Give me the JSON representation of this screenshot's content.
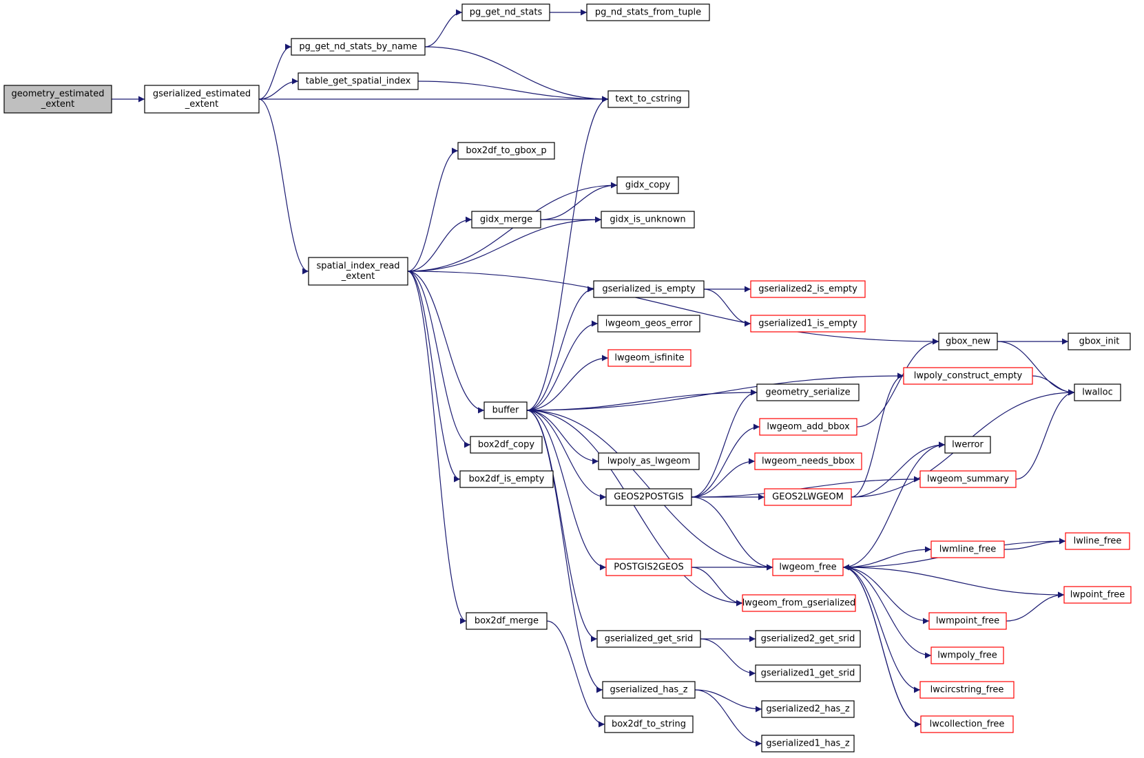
{
  "colors": {
    "edge": "#191970",
    "root_fill": "#bfbfbf",
    "node_fill": "#ffffff",
    "node_border": "#000000",
    "truncated_border": "#ff0000"
  },
  "nodes": [
    {
      "id": "geometry_estimated_extent",
      "lines": [
        "geometry_estimated",
        "_extent"
      ],
      "style": "root"
    },
    {
      "id": "gserialized_estimated_extent",
      "lines": [
        "gserialized_estimated",
        "_extent"
      ],
      "style": "normal"
    },
    {
      "id": "pg_get_nd_stats_by_name",
      "lines": [
        "pg_get_nd_stats_by_name"
      ],
      "style": "normal"
    },
    {
      "id": "pg_get_nd_stats",
      "lines": [
        "pg_get_nd_stats"
      ],
      "style": "normal"
    },
    {
      "id": "pg_nd_stats_from_tuple",
      "lines": [
        "pg_nd_stats_from_tuple"
      ],
      "style": "normal"
    },
    {
      "id": "table_get_spatial_index",
      "lines": [
        "table_get_spatial_index"
      ],
      "style": "normal"
    },
    {
      "id": "text_to_cstring",
      "lines": [
        "text_to_cstring"
      ],
      "style": "normal"
    },
    {
      "id": "box2df_to_gbox_p",
      "lines": [
        "box2df_to_gbox_p"
      ],
      "style": "normal"
    },
    {
      "id": "gidx_copy",
      "lines": [
        "gidx_copy"
      ],
      "style": "normal"
    },
    {
      "id": "gidx_merge",
      "lines": [
        "gidx_merge"
      ],
      "style": "normal"
    },
    {
      "id": "gidx_is_unknown",
      "lines": [
        "gidx_is_unknown"
      ],
      "style": "normal"
    },
    {
      "id": "spatial_index_read_extent",
      "lines": [
        "spatial_index_read",
        "_extent"
      ],
      "style": "normal"
    },
    {
      "id": "gserialized_is_empty",
      "lines": [
        "gserialized_is_empty"
      ],
      "style": "normal"
    },
    {
      "id": "gserialized2_is_empty",
      "lines": [
        "gserialized2_is_empty"
      ],
      "style": "truncated"
    },
    {
      "id": "gserialized1_is_empty",
      "lines": [
        "gserialized1_is_empty"
      ],
      "style": "truncated"
    },
    {
      "id": "lwgeom_geos_error",
      "lines": [
        "lwgeom_geos_error"
      ],
      "style": "normal"
    },
    {
      "id": "lwgeom_isfinite",
      "lines": [
        "lwgeom_isfinite"
      ],
      "style": "truncated"
    },
    {
      "id": "gbox_new",
      "lines": [
        "gbox_new"
      ],
      "style": "normal"
    },
    {
      "id": "gbox_init",
      "lines": [
        "gbox_init"
      ],
      "style": "normal"
    },
    {
      "id": "lwpoly_construct_empty",
      "lines": [
        "lwpoly_construct_empty"
      ],
      "style": "truncated"
    },
    {
      "id": "lwalloc",
      "lines": [
        "lwalloc"
      ],
      "style": "normal"
    },
    {
      "id": "buffer",
      "lines": [
        "buffer"
      ],
      "style": "normal"
    },
    {
      "id": "geometry_serialize",
      "lines": [
        "geometry_serialize"
      ],
      "style": "normal"
    },
    {
      "id": "lwgeom_add_bbox",
      "lines": [
        "lwgeom_add_bbox"
      ],
      "style": "truncated"
    },
    {
      "id": "box2df_copy",
      "lines": [
        "box2df_copy"
      ],
      "style": "normal"
    },
    {
      "id": "lwerror",
      "lines": [
        "lwerror"
      ],
      "style": "normal"
    },
    {
      "id": "lwpoly_as_lwgeom",
      "lines": [
        "lwpoly_as_lwgeom"
      ],
      "style": "normal"
    },
    {
      "id": "lwgeom_needs_bbox",
      "lines": [
        "lwgeom_needs_bbox"
      ],
      "style": "truncated"
    },
    {
      "id": "box2df_is_empty",
      "lines": [
        "box2df_is_empty"
      ],
      "style": "normal"
    },
    {
      "id": "lwgeom_summary",
      "lines": [
        "lwgeom_summary"
      ],
      "style": "truncated"
    },
    {
      "id": "GEOS2POSTGIS",
      "lines": [
        "GEOS2POSTGIS"
      ],
      "style": "normal"
    },
    {
      "id": "GEOS2LWGEOM",
      "lines": [
        "GEOS2LWGEOM"
      ],
      "style": "truncated"
    },
    {
      "id": "lwline_free",
      "lines": [
        "lwline_free"
      ],
      "style": "truncated"
    },
    {
      "id": "lwmline_free",
      "lines": [
        "lwmline_free"
      ],
      "style": "truncated"
    },
    {
      "id": "POSTGIS2GEOS",
      "lines": [
        "POSTGIS2GEOS"
      ],
      "style": "truncated"
    },
    {
      "id": "lwgeom_free",
      "lines": [
        "lwgeom_free"
      ],
      "style": "truncated"
    },
    {
      "id": "lwpoint_free",
      "lines": [
        "lwpoint_free"
      ],
      "style": "truncated"
    },
    {
      "id": "lwgeom_from_gserialized",
      "lines": [
        "lwgeom_from_gserialized"
      ],
      "style": "truncated"
    },
    {
      "id": "lwmpoint_free",
      "lines": [
        "lwmpoint_free"
      ],
      "style": "truncated"
    },
    {
      "id": "box2df_merge",
      "lines": [
        "box2df_merge"
      ],
      "style": "normal"
    },
    {
      "id": "gserialized_get_srid",
      "lines": [
        "gserialized_get_srid"
      ],
      "style": "normal"
    },
    {
      "id": "gserialized2_get_srid",
      "lines": [
        "gserialized2_get_srid"
      ],
      "style": "normal"
    },
    {
      "id": "lwmpoly_free",
      "lines": [
        "lwmpoly_free"
      ],
      "style": "truncated"
    },
    {
      "id": "gserialized1_get_srid",
      "lines": [
        "gserialized1_get_srid"
      ],
      "style": "normal"
    },
    {
      "id": "gserialized_has_z",
      "lines": [
        "gserialized_has_z"
      ],
      "style": "normal"
    },
    {
      "id": "lwcircstring_free",
      "lines": [
        "lwcircstring_free"
      ],
      "style": "truncated"
    },
    {
      "id": "gserialized2_has_z",
      "lines": [
        "gserialized2_has_z"
      ],
      "style": "normal"
    },
    {
      "id": "box2df_to_string",
      "lines": [
        "box2df_to_string"
      ],
      "style": "normal"
    },
    {
      "id": "lwcollection_free",
      "lines": [
        "lwcollection_free"
      ],
      "style": "truncated"
    },
    {
      "id": "gserialized1_has_z",
      "lines": [
        "gserialized1_has_z"
      ],
      "style": "normal"
    }
  ],
  "edges": [
    {
      "from": "geometry_estimated_extent",
      "to": "gserialized_estimated_extent"
    },
    {
      "from": "gserialized_estimated_extent",
      "to": "pg_get_nd_stats_by_name"
    },
    {
      "from": "gserialized_estimated_extent",
      "to": "table_get_spatial_index"
    },
    {
      "from": "gserialized_estimated_extent",
      "to": "text_to_cstring"
    },
    {
      "from": "gserialized_estimated_extent",
      "to": "spatial_index_read_extent"
    },
    {
      "from": "pg_get_nd_stats_by_name",
      "to": "pg_get_nd_stats"
    },
    {
      "from": "pg_get_nd_stats_by_name",
      "to": "text_to_cstring"
    },
    {
      "from": "pg_get_nd_stats",
      "to": "pg_nd_stats_from_tuple"
    },
    {
      "from": "table_get_spatial_index",
      "to": "text_to_cstring"
    },
    {
      "from": "spatial_index_read_extent",
      "to": "box2df_to_gbox_p"
    },
    {
      "from": "spatial_index_read_extent",
      "to": "gidx_copy"
    },
    {
      "from": "spatial_index_read_extent",
      "to": "gidx_merge"
    },
    {
      "from": "spatial_index_read_extent",
      "to": "gidx_is_unknown"
    },
    {
      "from": "spatial_index_read_extent",
      "to": "gbox_new"
    },
    {
      "from": "spatial_index_read_extent",
      "to": "buffer"
    },
    {
      "from": "spatial_index_read_extent",
      "to": "box2df_copy"
    },
    {
      "from": "spatial_index_read_extent",
      "to": "box2df_is_empty"
    },
    {
      "from": "spatial_index_read_extent",
      "to": "box2df_merge"
    },
    {
      "from": "gidx_merge",
      "to": "gidx_copy"
    },
    {
      "from": "gidx_merge",
      "to": "gidx_is_unknown"
    },
    {
      "from": "buffer",
      "to": "text_to_cstring"
    },
    {
      "from": "buffer",
      "to": "gserialized_is_empty"
    },
    {
      "from": "buffer",
      "to": "lwgeom_geos_error"
    },
    {
      "from": "buffer",
      "to": "lwgeom_isfinite"
    },
    {
      "from": "buffer",
      "to": "lwpoly_construct_empty"
    },
    {
      "from": "buffer",
      "to": "geometry_serialize"
    },
    {
      "from": "buffer",
      "to": "lwpoly_as_lwgeom"
    },
    {
      "from": "buffer",
      "to": "GEOS2POSTGIS"
    },
    {
      "from": "buffer",
      "to": "lwgeom_free"
    },
    {
      "from": "buffer",
      "to": "POSTGIS2GEOS"
    },
    {
      "from": "buffer",
      "to": "lwgeom_from_gserialized"
    },
    {
      "from": "buffer",
      "to": "gserialized_get_srid"
    },
    {
      "from": "buffer",
      "to": "gserialized_has_z"
    },
    {
      "from": "gserialized_is_empty",
      "to": "gserialized2_is_empty"
    },
    {
      "from": "gserialized_is_empty",
      "to": "gserialized1_is_empty"
    },
    {
      "from": "gbox_new",
      "to": "gbox_init"
    },
    {
      "from": "gbox_new",
      "to": "lwalloc"
    },
    {
      "from": "lwpoly_construct_empty",
      "to": "lwalloc"
    },
    {
      "from": "GEOS2POSTGIS",
      "to": "geometry_serialize"
    },
    {
      "from": "GEOS2POSTGIS",
      "to": "lwgeom_add_bbox"
    },
    {
      "from": "GEOS2POSTGIS",
      "to": "lwgeom_needs_bbox"
    },
    {
      "from": "GEOS2POSTGIS",
      "to": "GEOS2LWGEOM"
    },
    {
      "from": "GEOS2POSTGIS",
      "to": "lwgeom_summary"
    },
    {
      "from": "GEOS2POSTGIS",
      "to": "lwgeom_free"
    },
    {
      "from": "lwgeom_add_bbox",
      "to": "gbox_new"
    },
    {
      "from": "GEOS2LWGEOM",
      "to": "lwpoly_construct_empty"
    },
    {
      "from": "GEOS2LWGEOM",
      "to": "lwalloc"
    },
    {
      "from": "GEOS2LWGEOM",
      "to": "lwerror"
    },
    {
      "from": "lwgeom_summary",
      "to": "lwalloc"
    },
    {
      "from": "POSTGIS2GEOS",
      "to": "lwgeom_free"
    },
    {
      "from": "POSTGIS2GEOS",
      "to": "lwgeom_from_gserialized"
    },
    {
      "from": "lwgeom_free",
      "to": "lwerror"
    },
    {
      "from": "lwgeom_free",
      "to": "lwline_free"
    },
    {
      "from": "lwgeom_free",
      "to": "lwmline_free"
    },
    {
      "from": "lwgeom_free",
      "to": "lwpoint_free"
    },
    {
      "from": "lwgeom_free",
      "to": "lwmpoint_free"
    },
    {
      "from": "lwgeom_free",
      "to": "lwmpoly_free"
    },
    {
      "from": "lwgeom_free",
      "to": "lwcircstring_free"
    },
    {
      "from": "lwgeom_free",
      "to": "lwcollection_free"
    },
    {
      "from": "lwmline_free",
      "to": "lwline_free"
    },
    {
      "from": "lwmpoint_free",
      "to": "lwpoint_free"
    },
    {
      "from": "lwcollection_free",
      "to": "lwgeom_free"
    },
    {
      "from": "box2df_merge",
      "to": "box2df_to_string"
    },
    {
      "from": "gserialized_get_srid",
      "to": "gserialized2_get_srid"
    },
    {
      "from": "gserialized_get_srid",
      "to": "gserialized1_get_srid"
    },
    {
      "from": "gserialized_has_z",
      "to": "gserialized2_has_z"
    },
    {
      "from": "gserialized_has_z",
      "to": "gserialized1_has_z"
    }
  ]
}
